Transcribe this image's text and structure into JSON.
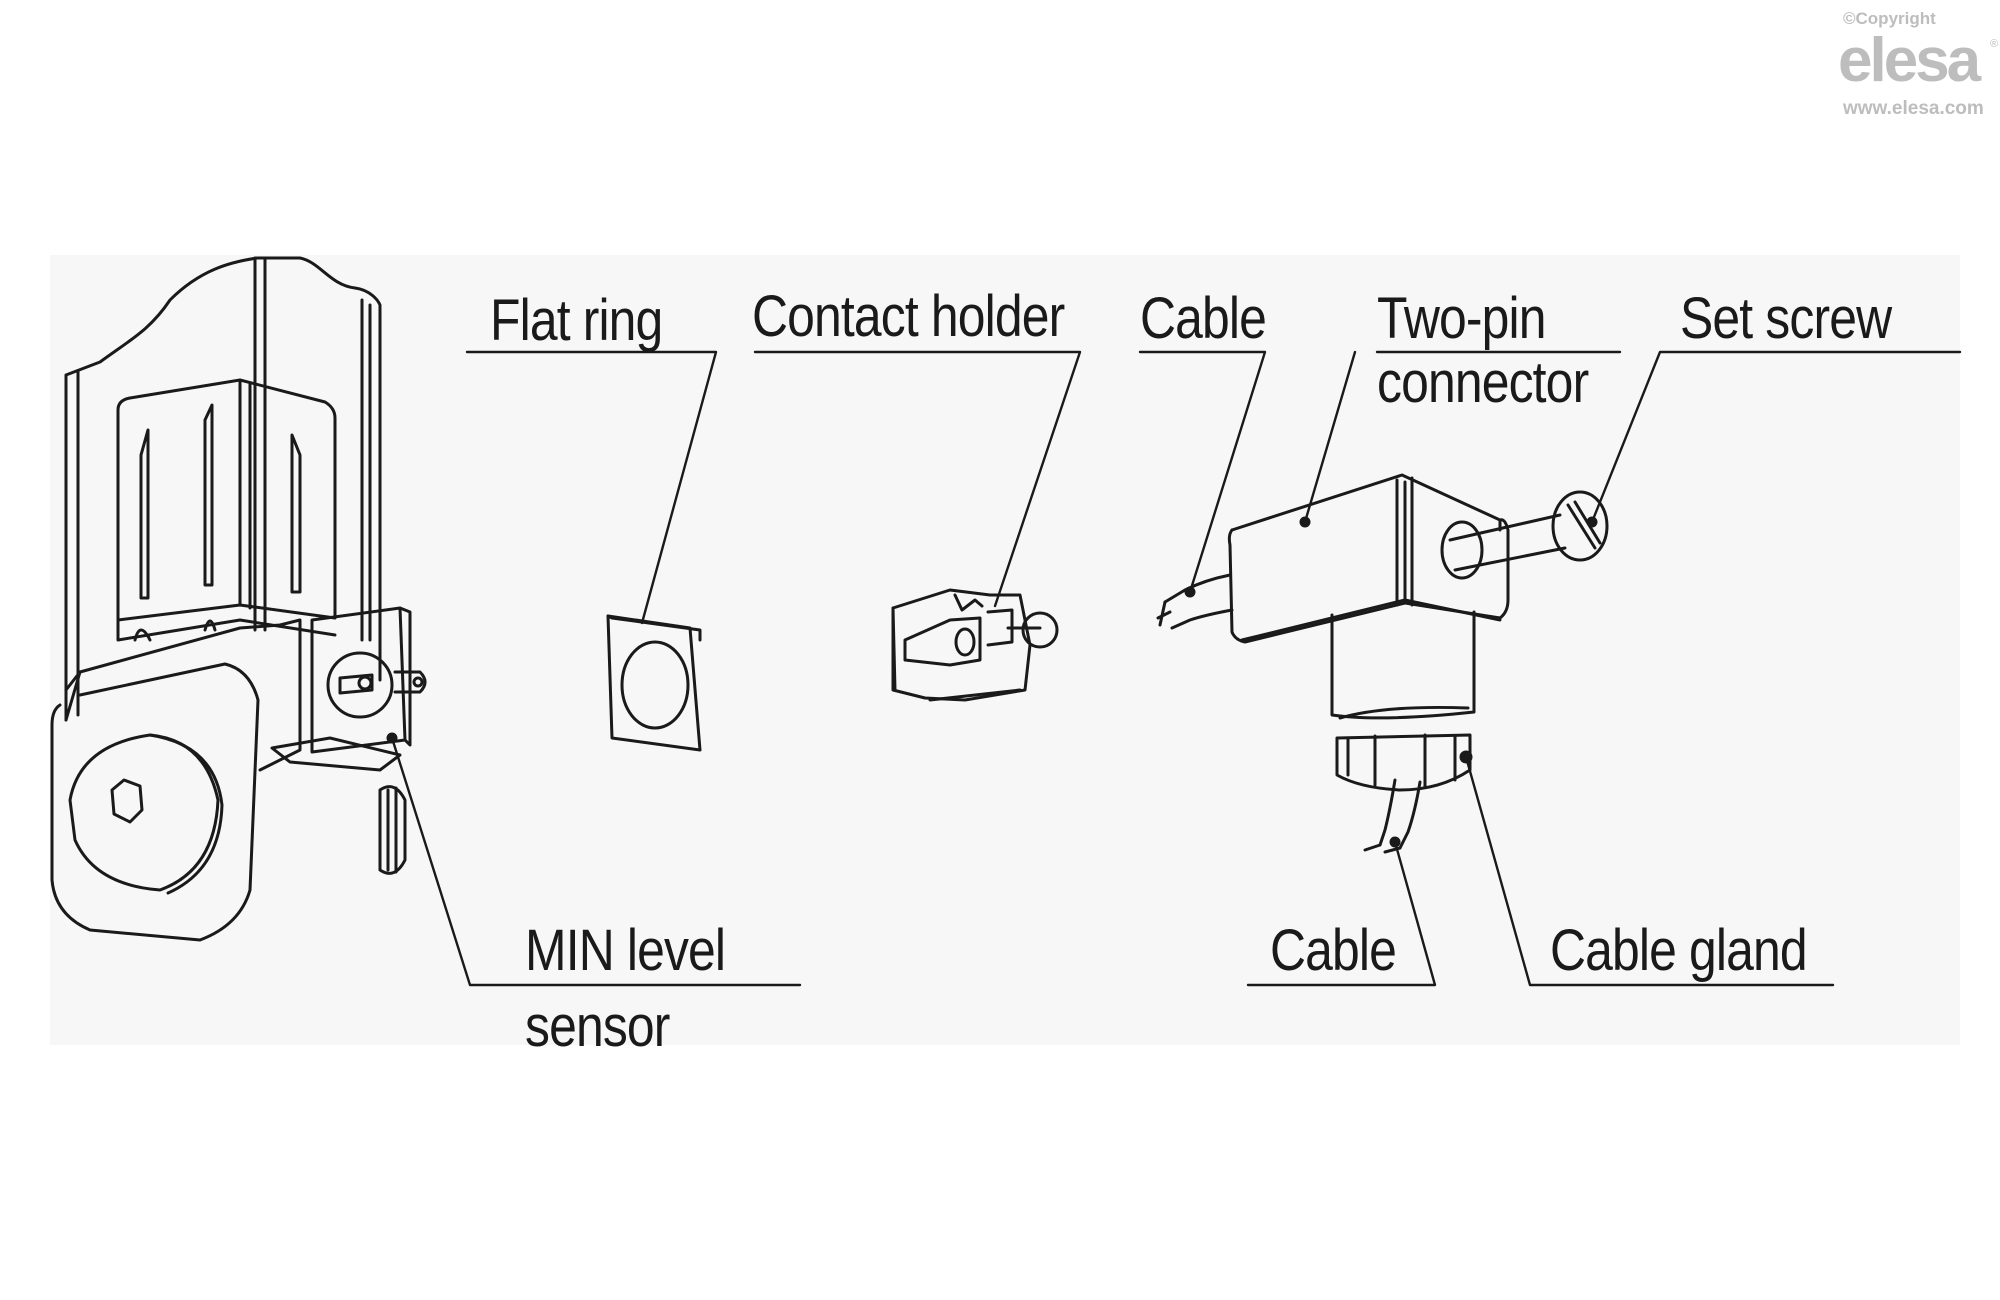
{
  "watermark": {
    "copyright": "©Copyright",
    "logo": "elesa",
    "registered": "®",
    "url": "www.elesa.com",
    "color": "#bdbdbd"
  },
  "diagram": {
    "title": "MIN level sensor assembly (exploded view)",
    "background": "#f7f7f7",
    "line_color": "#1a1a1a",
    "labels": {
      "flat_ring": "Flat ring",
      "contact_holder": "Contact holder",
      "cable_top": "Cable",
      "two_pin_line1": "Two-pin",
      "two_pin_line2": "connector",
      "set_screw": "Set screw",
      "min_sensor_line1": "MIN level",
      "min_sensor_line2": "sensor",
      "cable_bottom": "Cable",
      "cable_gland": "Cable gland"
    },
    "parts": [
      "tank-with-min-level-sensor",
      "flat-ring",
      "contact-holder",
      "two-pin-connector",
      "set-screw",
      "cable-gland",
      "cable"
    ]
  }
}
